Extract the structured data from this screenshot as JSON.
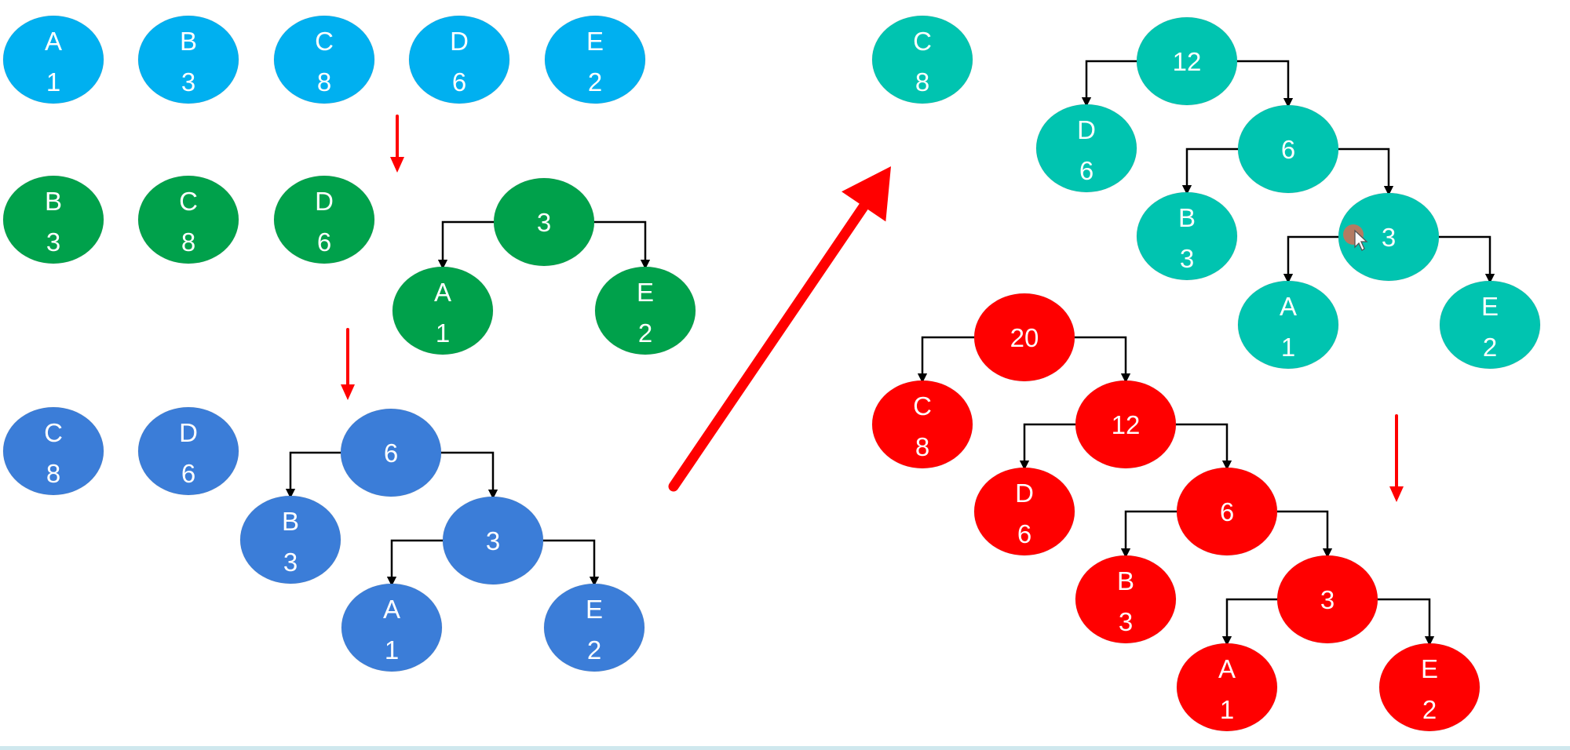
{
  "colors": {
    "stage1": "#00B0F0",
    "stage2": "#00A14B",
    "stage3": "#3B7DD8",
    "stage4": "#00C4B0",
    "stage5": "#FF0000",
    "arrow": "#FF0000",
    "edge": "#000000",
    "text": "#FFFFFF",
    "cursor_dot": "#C8735A"
  },
  "stages": [
    {
      "id": "stage1",
      "color": "#00B0F0",
      "nodes": [
        {
          "id": "s1-A",
          "label": "A",
          "value": "1"
        },
        {
          "id": "s1-B",
          "label": "B",
          "value": "3"
        },
        {
          "id": "s1-C",
          "label": "C",
          "value": "8"
        },
        {
          "id": "s1-D",
          "label": "D",
          "value": "6"
        },
        {
          "id": "s1-E",
          "label": "E",
          "value": "2"
        }
      ],
      "edges": []
    },
    {
      "id": "stage2",
      "color": "#00A14B",
      "nodes": [
        {
          "id": "s2-B",
          "label": "B",
          "value": "3"
        },
        {
          "id": "s2-C",
          "label": "C",
          "value": "8"
        },
        {
          "id": "s2-D",
          "label": "D",
          "value": "6"
        },
        {
          "id": "s2-3",
          "label": "",
          "value": "3"
        },
        {
          "id": "s2-A",
          "label": "A",
          "value": "1"
        },
        {
          "id": "s2-E",
          "label": "E",
          "value": "2"
        }
      ],
      "edges": [
        {
          "from": "s2-3",
          "to": "s2-A"
        },
        {
          "from": "s2-3",
          "to": "s2-E"
        }
      ]
    },
    {
      "id": "stage3",
      "color": "#3B7DD8",
      "nodes": [
        {
          "id": "s3-C",
          "label": "C",
          "value": "8"
        },
        {
          "id": "s3-D",
          "label": "D",
          "value": "6"
        },
        {
          "id": "s3-6",
          "label": "",
          "value": "6"
        },
        {
          "id": "s3-B",
          "label": "B",
          "value": "3"
        },
        {
          "id": "s3-3",
          "label": "",
          "value": "3"
        },
        {
          "id": "s3-A",
          "label": "A",
          "value": "1"
        },
        {
          "id": "s3-E",
          "label": "E",
          "value": "2"
        }
      ],
      "edges": [
        {
          "from": "s3-6",
          "to": "s3-B"
        },
        {
          "from": "s3-6",
          "to": "s3-3"
        },
        {
          "from": "s3-3",
          "to": "s3-A"
        },
        {
          "from": "s3-3",
          "to": "s3-E"
        }
      ]
    },
    {
      "id": "stage4",
      "color": "#00C4B0",
      "nodes": [
        {
          "id": "s4-C",
          "label": "C",
          "value": "8"
        },
        {
          "id": "s4-12",
          "label": "",
          "value": "12"
        },
        {
          "id": "s4-D",
          "label": "D",
          "value": "6"
        },
        {
          "id": "s4-6",
          "label": "",
          "value": "6"
        },
        {
          "id": "s4-B",
          "label": "B",
          "value": "3"
        },
        {
          "id": "s4-3",
          "label": "",
          "value": "3"
        },
        {
          "id": "s4-A",
          "label": "A",
          "value": "1"
        },
        {
          "id": "s4-E",
          "label": "E",
          "value": "2"
        }
      ],
      "edges": [
        {
          "from": "s4-12",
          "to": "s4-D"
        },
        {
          "from": "s4-12",
          "to": "s4-6"
        },
        {
          "from": "s4-6",
          "to": "s4-B"
        },
        {
          "from": "s4-6",
          "to": "s4-3"
        },
        {
          "from": "s4-3",
          "to": "s4-A"
        },
        {
          "from": "s4-3",
          "to": "s4-E"
        }
      ]
    },
    {
      "id": "stage5",
      "color": "#FF0000",
      "nodes": [
        {
          "id": "s5-20",
          "label": "",
          "value": "20"
        },
        {
          "id": "s5-C",
          "label": "C",
          "value": "8"
        },
        {
          "id": "s5-12",
          "label": "",
          "value": "12"
        },
        {
          "id": "s5-D",
          "label": "D",
          "value": "6"
        },
        {
          "id": "s5-6",
          "label": "",
          "value": "6"
        },
        {
          "id": "s5-B",
          "label": "B",
          "value": "3"
        },
        {
          "id": "s5-3",
          "label": "",
          "value": "3"
        },
        {
          "id": "s5-A",
          "label": "A",
          "value": "1"
        },
        {
          "id": "s5-E",
          "label": "E",
          "value": "2"
        }
      ],
      "edges": [
        {
          "from": "s5-20",
          "to": "s5-C"
        },
        {
          "from": "s5-20",
          "to": "s5-12"
        },
        {
          "from": "s5-12",
          "to": "s5-D"
        },
        {
          "from": "s5-12",
          "to": "s5-6"
        },
        {
          "from": "s5-6",
          "to": "s5-B"
        },
        {
          "from": "s5-6",
          "to": "s5-3"
        },
        {
          "from": "s5-3",
          "to": "s5-A"
        },
        {
          "from": "s5-3",
          "to": "s5-E"
        }
      ]
    }
  ],
  "flow_arrows": [
    {
      "id": "arrow-1-to-2",
      "from": "stage1",
      "to": "stage2"
    },
    {
      "id": "arrow-2-to-3",
      "from": "stage2",
      "to": "stage3"
    },
    {
      "id": "arrow-3-to-4",
      "from": "stage3",
      "to": "stage4"
    },
    {
      "id": "arrow-4-to-5",
      "from": "stage4",
      "to": "stage5"
    }
  ]
}
